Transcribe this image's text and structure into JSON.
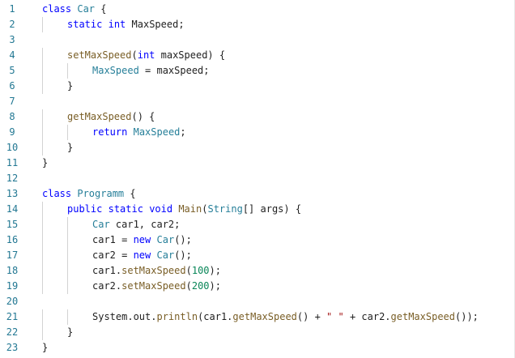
{
  "editor": {
    "lines": [
      {
        "n": "1",
        "indent": 0,
        "tokens": [
          {
            "t": "class",
            "c": "blue"
          },
          {
            "t": " ",
            "c": "pln"
          },
          {
            "t": "Car",
            "c": "type"
          },
          {
            "t": " {",
            "c": "pln"
          }
        ]
      },
      {
        "n": "2",
        "indent": 1,
        "tokens": [
          {
            "t": "static",
            "c": "blue"
          },
          {
            "t": " ",
            "c": "pln"
          },
          {
            "t": "int",
            "c": "blue"
          },
          {
            "t": " ",
            "c": "pln"
          },
          {
            "t": "MaxSpeed",
            "c": "pln"
          },
          {
            "t": ";",
            "c": "pln"
          }
        ]
      },
      {
        "n": "3",
        "indent": 0,
        "tokens": []
      },
      {
        "n": "4",
        "indent": 1,
        "tokens": [
          {
            "t": "setMaxSpeed",
            "c": "fn"
          },
          {
            "t": "(",
            "c": "pln"
          },
          {
            "t": "int",
            "c": "blue"
          },
          {
            "t": " maxSpeed) {",
            "c": "pln"
          }
        ]
      },
      {
        "n": "5",
        "indent": 2,
        "tokens": [
          {
            "t": "MaxSpeed",
            "c": "type"
          },
          {
            "t": " = ",
            "c": "pln"
          },
          {
            "t": "maxSpeed",
            "c": "pln"
          },
          {
            "t": ";",
            "c": "pln"
          }
        ]
      },
      {
        "n": "6",
        "indent": 1,
        "tokens": [
          {
            "t": "}",
            "c": "pln"
          }
        ]
      },
      {
        "n": "7",
        "indent": 0,
        "tokens": []
      },
      {
        "n": "8",
        "indent": 1,
        "tokens": [
          {
            "t": "getMaxSpeed",
            "c": "fn"
          },
          {
            "t": "() {",
            "c": "pln"
          }
        ]
      },
      {
        "n": "9",
        "indent": 2,
        "tokens": [
          {
            "t": "return",
            "c": "blue"
          },
          {
            "t": " ",
            "c": "pln"
          },
          {
            "t": "MaxSpeed",
            "c": "type"
          },
          {
            "t": ";",
            "c": "pln"
          }
        ]
      },
      {
        "n": "10",
        "indent": 1,
        "tokens": [
          {
            "t": "}",
            "c": "pln"
          }
        ]
      },
      {
        "n": "11",
        "indent": 0,
        "tokens": [
          {
            "t": "}",
            "c": "pln"
          }
        ]
      },
      {
        "n": "12",
        "indent": 0,
        "tokens": []
      },
      {
        "n": "13",
        "indent": 0,
        "tokens": [
          {
            "t": "class",
            "c": "blue"
          },
          {
            "t": " ",
            "c": "pln"
          },
          {
            "t": "Programm",
            "c": "type"
          },
          {
            "t": " {",
            "c": "pln"
          }
        ]
      },
      {
        "n": "14",
        "indent": 1,
        "tokens": [
          {
            "t": "public",
            "c": "blue"
          },
          {
            "t": " ",
            "c": "pln"
          },
          {
            "t": "static",
            "c": "blue"
          },
          {
            "t": " ",
            "c": "pln"
          },
          {
            "t": "void",
            "c": "blue"
          },
          {
            "t": " ",
            "c": "pln"
          },
          {
            "t": "Main",
            "c": "fn"
          },
          {
            "t": "(",
            "c": "pln"
          },
          {
            "t": "String",
            "c": "type"
          },
          {
            "t": "[] args) {",
            "c": "pln"
          }
        ]
      },
      {
        "n": "15",
        "indent": 2,
        "tokens": [
          {
            "t": "Car",
            "c": "type"
          },
          {
            "t": " car1, car2;",
            "c": "pln"
          }
        ]
      },
      {
        "n": "16",
        "indent": 2,
        "tokens": [
          {
            "t": "car1 = ",
            "c": "pln"
          },
          {
            "t": "new",
            "c": "blue"
          },
          {
            "t": " ",
            "c": "pln"
          },
          {
            "t": "Car",
            "c": "type"
          },
          {
            "t": "();",
            "c": "pln"
          }
        ]
      },
      {
        "n": "17",
        "indent": 2,
        "tokens": [
          {
            "t": "car2 = ",
            "c": "pln"
          },
          {
            "t": "new",
            "c": "blue"
          },
          {
            "t": " ",
            "c": "pln"
          },
          {
            "t": "Car",
            "c": "type"
          },
          {
            "t": "();",
            "c": "pln"
          }
        ]
      },
      {
        "n": "18",
        "indent": 2,
        "tokens": [
          {
            "t": "car1.",
            "c": "pln"
          },
          {
            "t": "setMaxSpeed",
            "c": "fn"
          },
          {
            "t": "(",
            "c": "pln"
          },
          {
            "t": "100",
            "c": "num"
          },
          {
            "t": ");",
            "c": "pln"
          }
        ]
      },
      {
        "n": "19",
        "indent": 2,
        "tokens": [
          {
            "t": "car2.",
            "c": "pln"
          },
          {
            "t": "setMaxSpeed",
            "c": "fn"
          },
          {
            "t": "(",
            "c": "pln"
          },
          {
            "t": "200",
            "c": "num"
          },
          {
            "t": ");",
            "c": "pln"
          }
        ]
      },
      {
        "n": "20",
        "indent": 0,
        "tokens": []
      },
      {
        "n": "21",
        "indent": 2,
        "tokens": [
          {
            "t": "System.out.",
            "c": "pln"
          },
          {
            "t": "println",
            "c": "fn"
          },
          {
            "t": "(car1.",
            "c": "pln"
          },
          {
            "t": "getMaxSpeed",
            "c": "fn"
          },
          {
            "t": "() + ",
            "c": "pln"
          },
          {
            "t": "\" \"",
            "c": "str"
          },
          {
            "t": " + car2.",
            "c": "pln"
          },
          {
            "t": "getMaxSpeed",
            "c": "fn"
          },
          {
            "t": "());",
            "c": "pln"
          }
        ]
      },
      {
        "n": "22",
        "indent": 1,
        "tokens": [
          {
            "t": "}",
            "c": "pln"
          }
        ]
      },
      {
        "n": "23",
        "indent": 0,
        "tokens": [
          {
            "t": "}",
            "c": "pln"
          }
        ]
      }
    ]
  }
}
